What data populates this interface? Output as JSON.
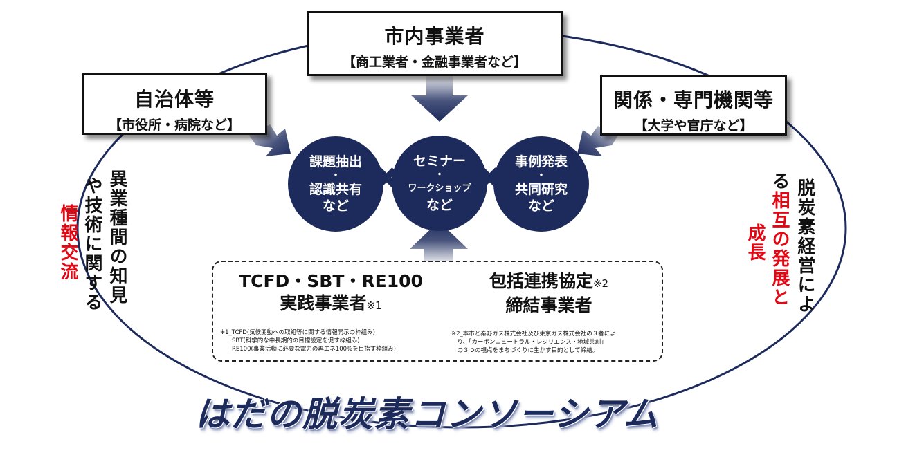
{
  "boxes": {
    "top": {
      "title": "市内事業者",
      "sub": "【商工業者・金融事業者など】"
    },
    "left": {
      "title": "自治体等",
      "sub": "【市役所・病院など】"
    },
    "right": {
      "title": "関係・専門機関等",
      "sub": "【大学や官庁など】"
    }
  },
  "circles": {
    "c1": {
      "l1": "課題抽出",
      "dot": "・",
      "l2": "認識共有",
      "l3": "など"
    },
    "c2": {
      "l1": "セミナー",
      "dot": "・",
      "l2": "ワークショップ",
      "l3": "など"
    },
    "c3": {
      "l1": "事例発表",
      "dot": "・",
      "l2": "共同研究",
      "l3": "など"
    }
  },
  "operator": "✖",
  "left_side": {
    "col1": "異業種間の知見",
    "col2": "や技術に関する",
    "col3": "情報交流"
  },
  "right_side": {
    "col1": "脱炭素経営によ",
    "col2a": "る",
    "col2b": "相互の発展と",
    "col3": "成長"
  },
  "dashed": {
    "left_head1": "TCFD・SBT・RE100",
    "left_head2": "実践事業者",
    "left_note": "※1",
    "right_head1": "包括連携協定",
    "right_note": "※2",
    "right_head2": "締結事業者",
    "fn_left1": "※1_TCFD(気候変動への取組等に関する情報開示の枠組み)",
    "fn_left2": "　　SBT(科学的な中長期的の目標設定を促す枠組み)",
    "fn_left3": "　　RE100(事業活動に必要な電力の再エネ100%を目指す枠組み)",
    "fn_right1": "※2_本市と秦野ガス株式会社及び東京ガス株式会社の３者によ",
    "fn_right2": "　り、「カーボンニュートラル・レジリエンス・地域共創」",
    "fn_right3": "　の３つの視点をまちづくりに生かす目的として締結。"
  },
  "title": "はだの脱炭素コンソーシアム",
  "colors": {
    "navy": "#1c2a5c",
    "red": "#e30613"
  }
}
